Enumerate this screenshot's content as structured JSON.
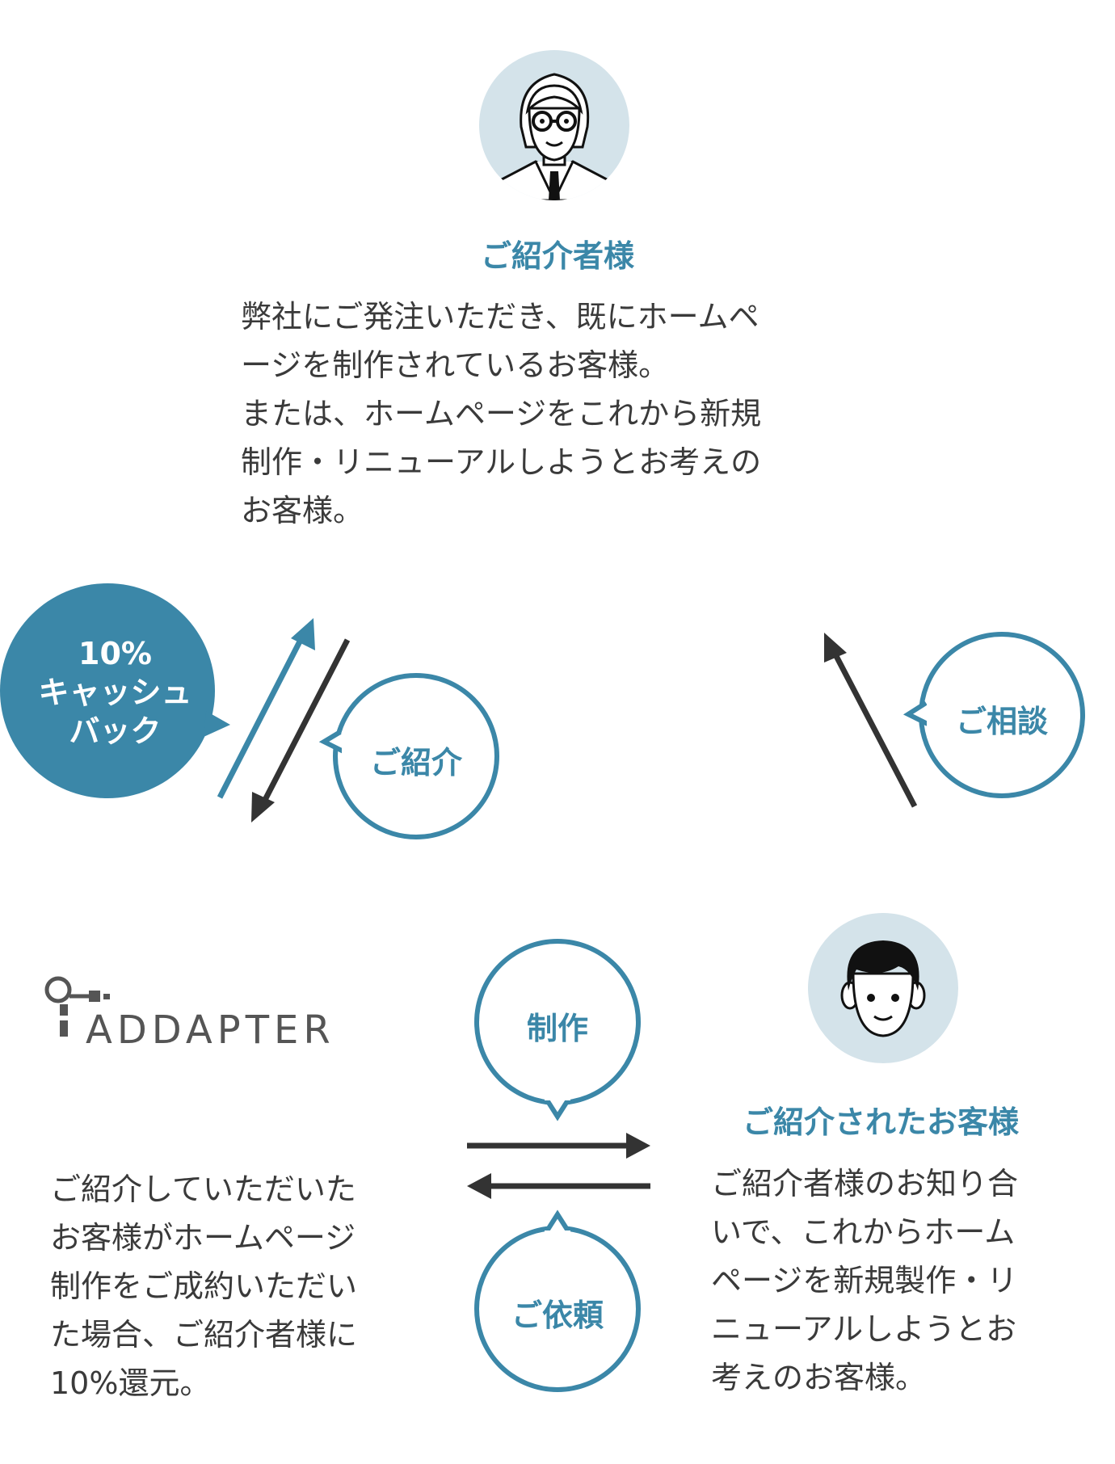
{
  "introducer": {
    "title": "ご紹介者様",
    "lines": [
      "弊社にご発注いただき、既にホームペ",
      "ージを制作されているお客様。",
      "または、ホームページをこれから新規",
      "制作・リニューアルしようとお考えの",
      "お客様。"
    ]
  },
  "referred": {
    "title": "ご紹介されたお客様",
    "lines": [
      "ご紹介者様のお知り合",
      "いで、これからホーム",
      "ページを新規製作・リ",
      "ニューアルしようとお",
      "考えのお客様。"
    ]
  },
  "company": {
    "logo_text": "ADDAPTER",
    "lines": [
      "ご紹介していただいた",
      "お客様がホームページ",
      "制作をご成約いただい",
      "た場合、ご紹介者様に",
      "10%還元。"
    ]
  },
  "cashback": {
    "lines": [
      "10%",
      "キャッシュ",
      "バック"
    ]
  },
  "bubbles": {
    "introduce": "ご紹介",
    "consult": "ご相談",
    "production": "制作",
    "request": "ご依頼"
  },
  "colors": {
    "accent": "#3b87a8",
    "avatar_bg": "#d4e3ea",
    "arrow_dark": "#333333",
    "text": "#3a3a3a"
  }
}
